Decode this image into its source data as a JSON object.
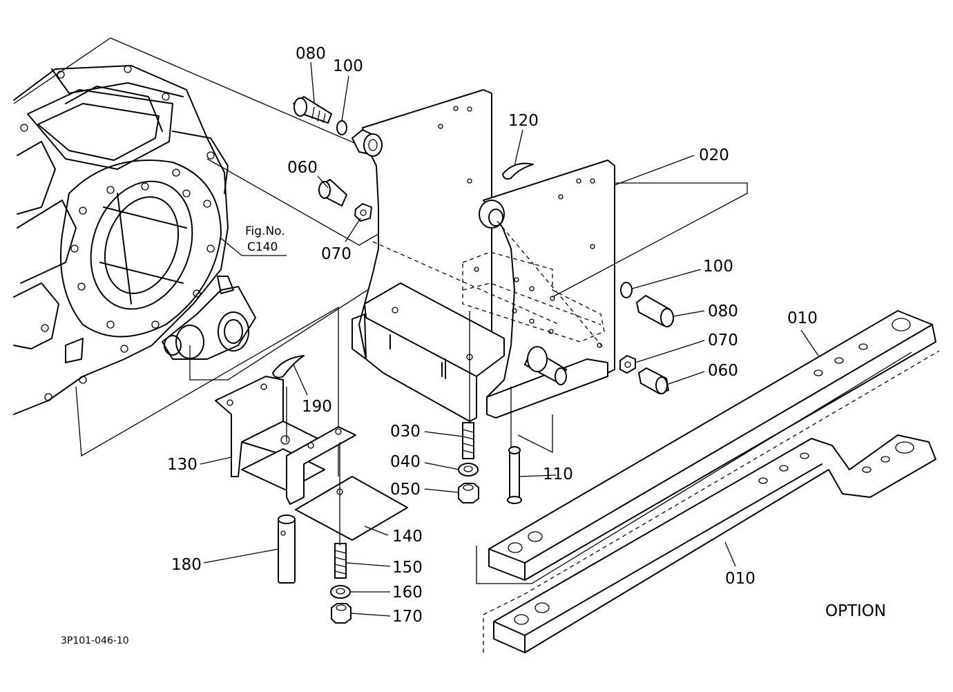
{
  "callouts": {
    "p080_top": "080",
    "p100_top": "100",
    "p120": "120",
    "p020": "020",
    "p060_top": "060",
    "p070_top": "070",
    "p100_right": "100",
    "p080_right": "080",
    "p070_right": "070",
    "p060_right": "060",
    "p010_top": "010",
    "p010_bottom": "010",
    "p030": "030",
    "p040": "040",
    "p050": "050",
    "p110": "110",
    "p130": "130",
    "p140": "140",
    "p150": "150",
    "p160": "160",
    "p170": "170",
    "p180": "180",
    "p190": "190"
  },
  "figure_reference": {
    "line1": "Fig.No.",
    "line2": "C140"
  },
  "option_label": "OPTION",
  "drawing_number": "3P101-046-10"
}
